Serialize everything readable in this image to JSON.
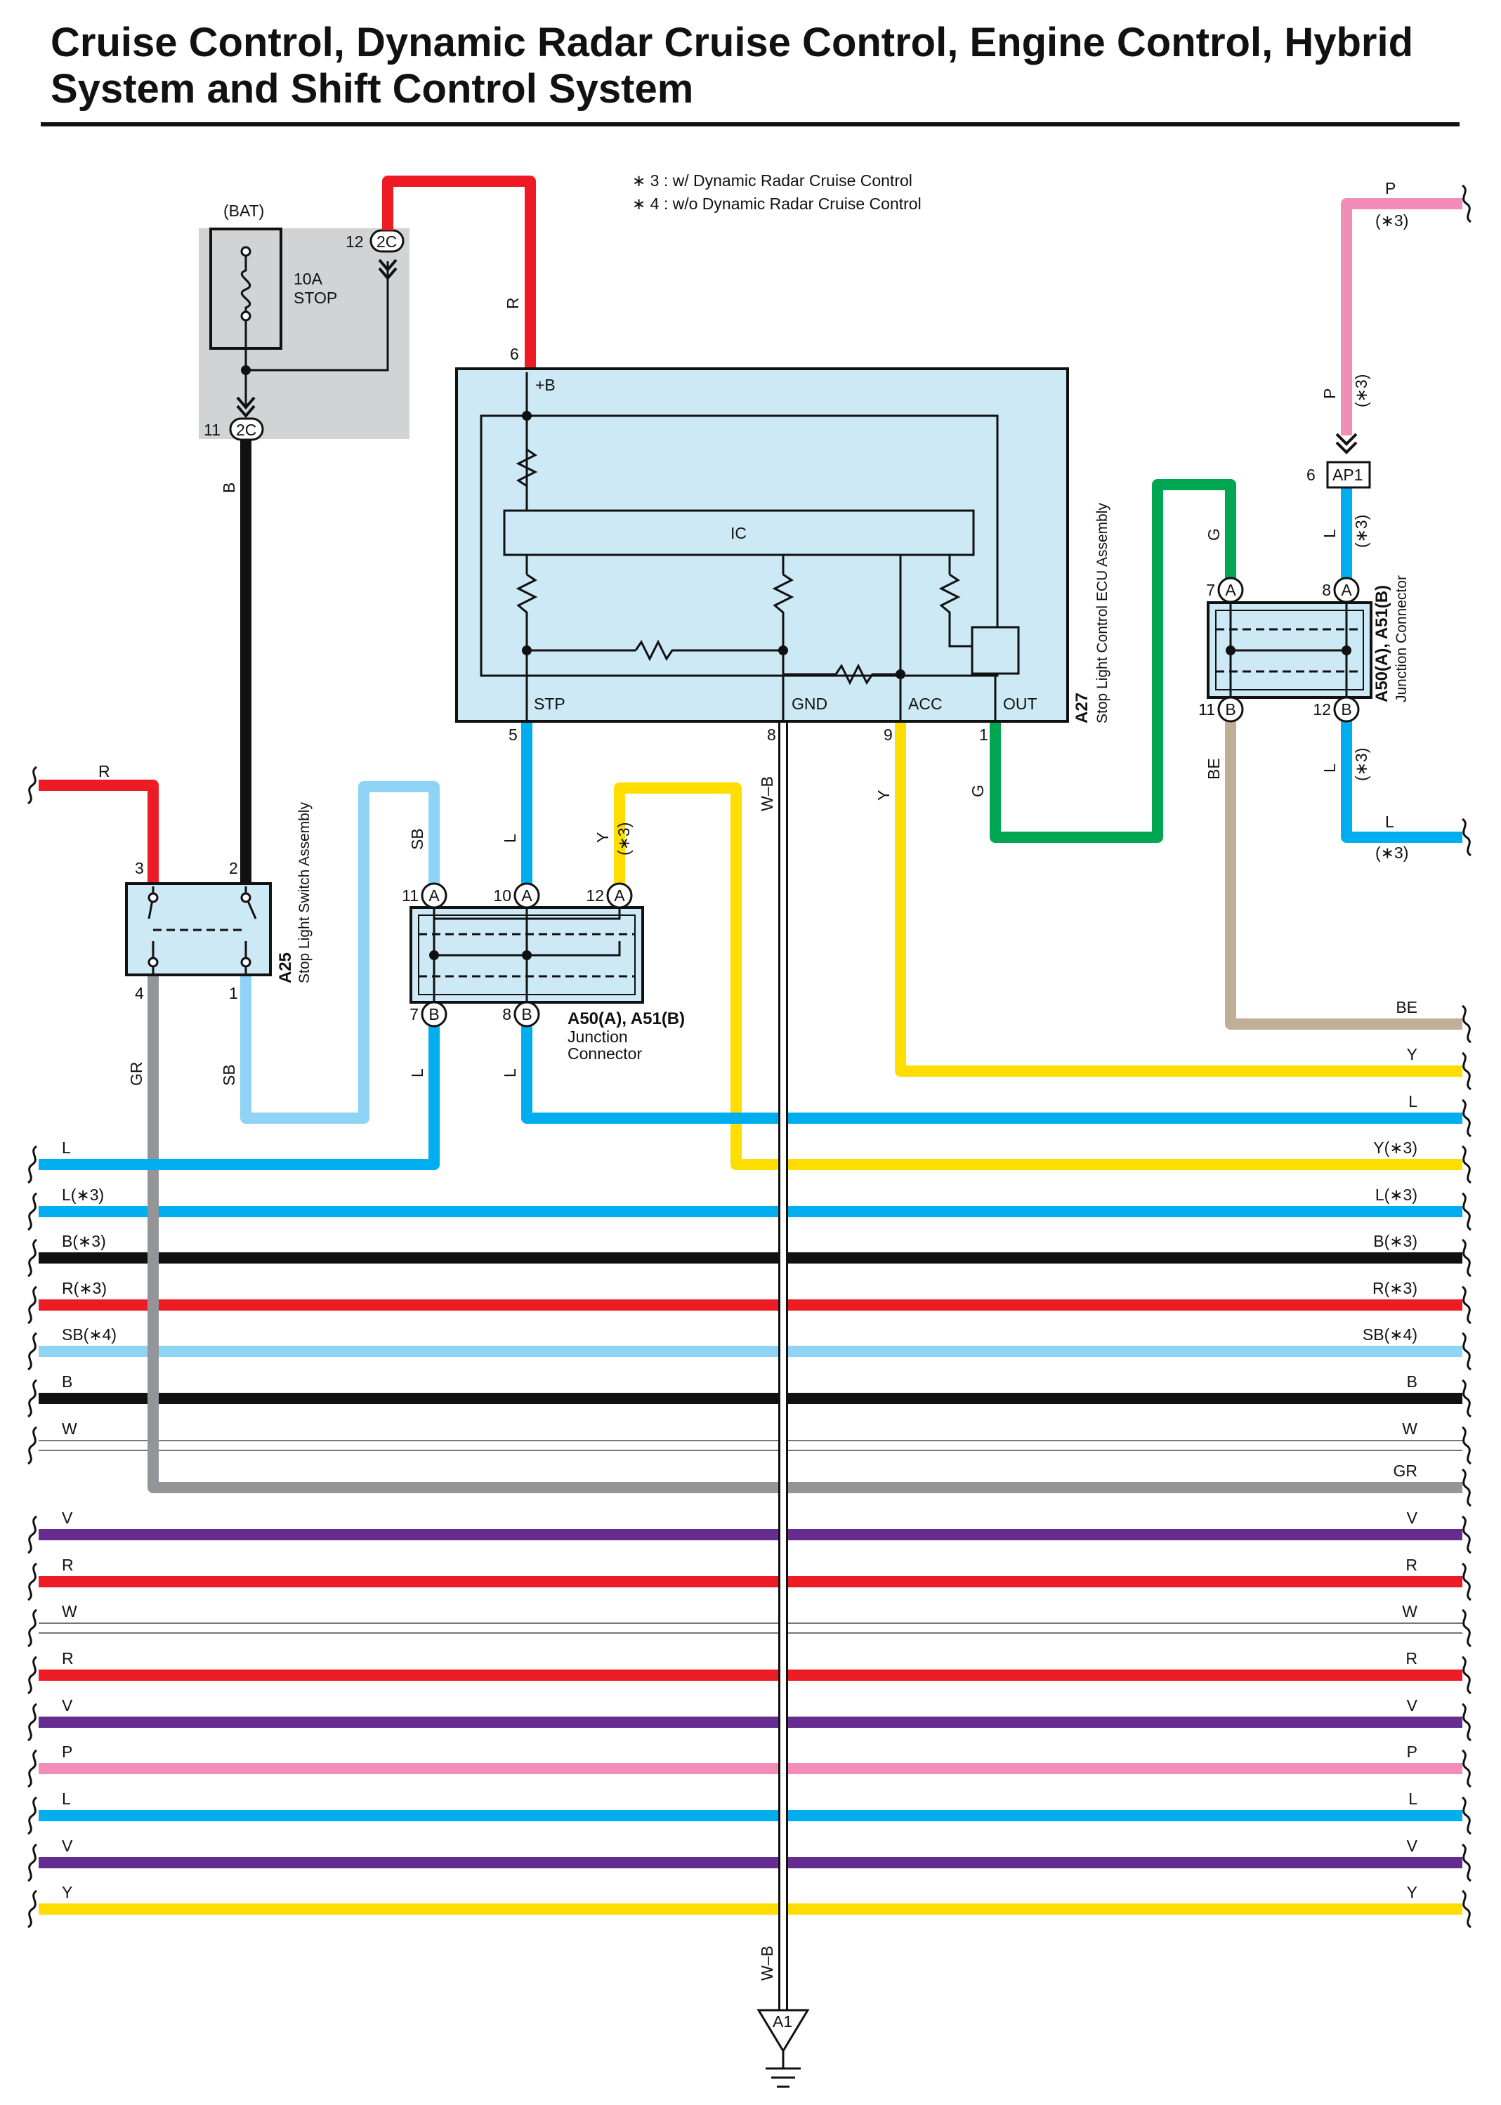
{
  "title": "Cruise Control, Dynamic Radar Cruise Control, Engine Control, Hybrid System and Shift Control System",
  "notes": [
    "∗ 3 : w/ Dynamic Radar Cruise Control",
    "∗ 4 : w/o Dynamic Radar Cruise Control"
  ],
  "colors": {
    "R": "#ed1c24",
    "B": "#111111",
    "L": "#00aeef",
    "SB": "#8fd3f5",
    "Y": "#ffdd00",
    "G": "#00a651",
    "P": "#f28cb8",
    "BE": "#bfae98",
    "GR": "#939598",
    "V": "#662d91",
    "W": "#ffffff",
    "ecu_fill": "#cde9f6",
    "fuse_fill": "#d1d3d4"
  },
  "fuse": {
    "source": "(BAT)",
    "rating": "10A",
    "name": "STOP",
    "top_pin": "12",
    "bottom_pin": "11",
    "connector": "2C"
  },
  "ecu": {
    "id": "A27",
    "name": "Stop Light Control ECU Assembly",
    "ic_label": "IC",
    "pb_label": "+B",
    "pb_pin": "6",
    "terminals": [
      {
        "name": "STP",
        "pin": "5"
      },
      {
        "name": "GND",
        "pin": "8"
      },
      {
        "name": "ACC",
        "pin": "9"
      },
      {
        "name": "OUT",
        "pin": "1"
      }
    ]
  },
  "switch": {
    "id": "A25",
    "name": "Stop Light Switch Assembly",
    "pins": [
      "3",
      "2",
      "4",
      "1"
    ]
  },
  "jc_center": {
    "id": "A50(A), A51(B)",
    "name_line1": "Junction",
    "name_line2": "Connector",
    "top": [
      {
        "pin": "11",
        "side": "A"
      },
      {
        "pin": "10",
        "side": "A"
      },
      {
        "pin": "12",
        "side": "A"
      }
    ],
    "bottom": [
      {
        "pin": "7",
        "side": "B"
      },
      {
        "pin": "8",
        "side": "B"
      }
    ]
  },
  "jc_right": {
    "id": "A50(A), A51(B)",
    "name": "Junction Connector",
    "top": [
      {
        "pin": "7",
        "side": "A"
      },
      {
        "pin": "8",
        "side": "A"
      }
    ],
    "bottom": [
      {
        "pin": "11",
        "side": "B"
      },
      {
        "pin": "12",
        "side": "B"
      }
    ]
  },
  "ap1": {
    "id": "AP1",
    "pin": "6"
  },
  "ground": {
    "id": "A1",
    "wire": "W–B"
  },
  "wire_labels": {
    "fuse_to_ecu": "R",
    "fuse_to_switch": "B",
    "ecu_gnd": "W–B",
    "ecu_acc": "Y",
    "ecu_out": "G",
    "ecu_stp": "L",
    "sw_out": "SB",
    "jc_10": "L",
    "jc_12": "Y",
    "jc_12_note": "(∗3)",
    "jc_7": "L",
    "jc_8": "L",
    "sw_in": "R",
    "sw_gr": "GR",
    "sw_sb": "SB",
    "right_g": "G",
    "right_be": "BE",
    "right_l_top": "L",
    "right_l_top_note": "(∗3)",
    "right_l_bot": "L",
    "right_l_bot_note": "(∗3)",
    "right_p": "P",
    "right_p_note": "(∗3)",
    "p_top": "P",
    "p_top_note": "(∗3)",
    "l_right": "L",
    "l_right_note": "(∗3)"
  },
  "buses": {
    "left": [
      "L",
      "L(∗3)",
      "B(∗3)",
      "R(∗3)",
      "SB(∗4)",
      "B",
      "W",
      "V",
      "R",
      "W",
      "R",
      "V",
      "P",
      "L",
      "V",
      "Y"
    ],
    "right": [
      "BE",
      "Y",
      "L",
      "Y(∗3)",
      "L(∗3)",
      "B(∗3)",
      "R(∗3)",
      "SB(∗4)",
      "B",
      "W",
      "GR",
      "V",
      "R",
      "W",
      "R",
      "V",
      "P",
      "L",
      "V",
      "Y"
    ]
  }
}
